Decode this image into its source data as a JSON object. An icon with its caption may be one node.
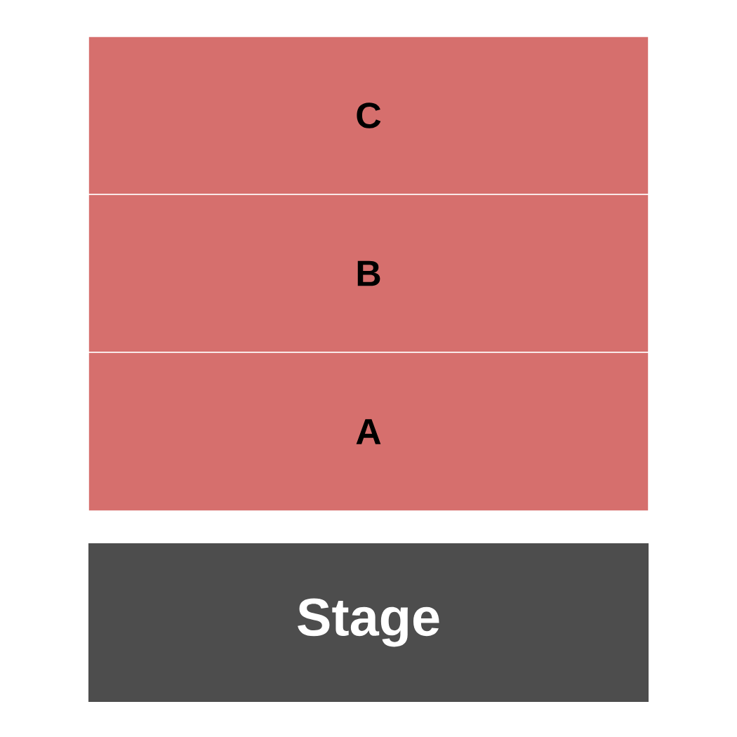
{
  "diagram": {
    "nodes": [
      {
        "text": [
          "C"
        ]
      },
      {
        "text": [
          "B"
        ]
      },
      {
        "text": [
          "A"
        ]
      },
      {
        "text": [
          "Stage"
        ]
      }
    ]
  }
}
